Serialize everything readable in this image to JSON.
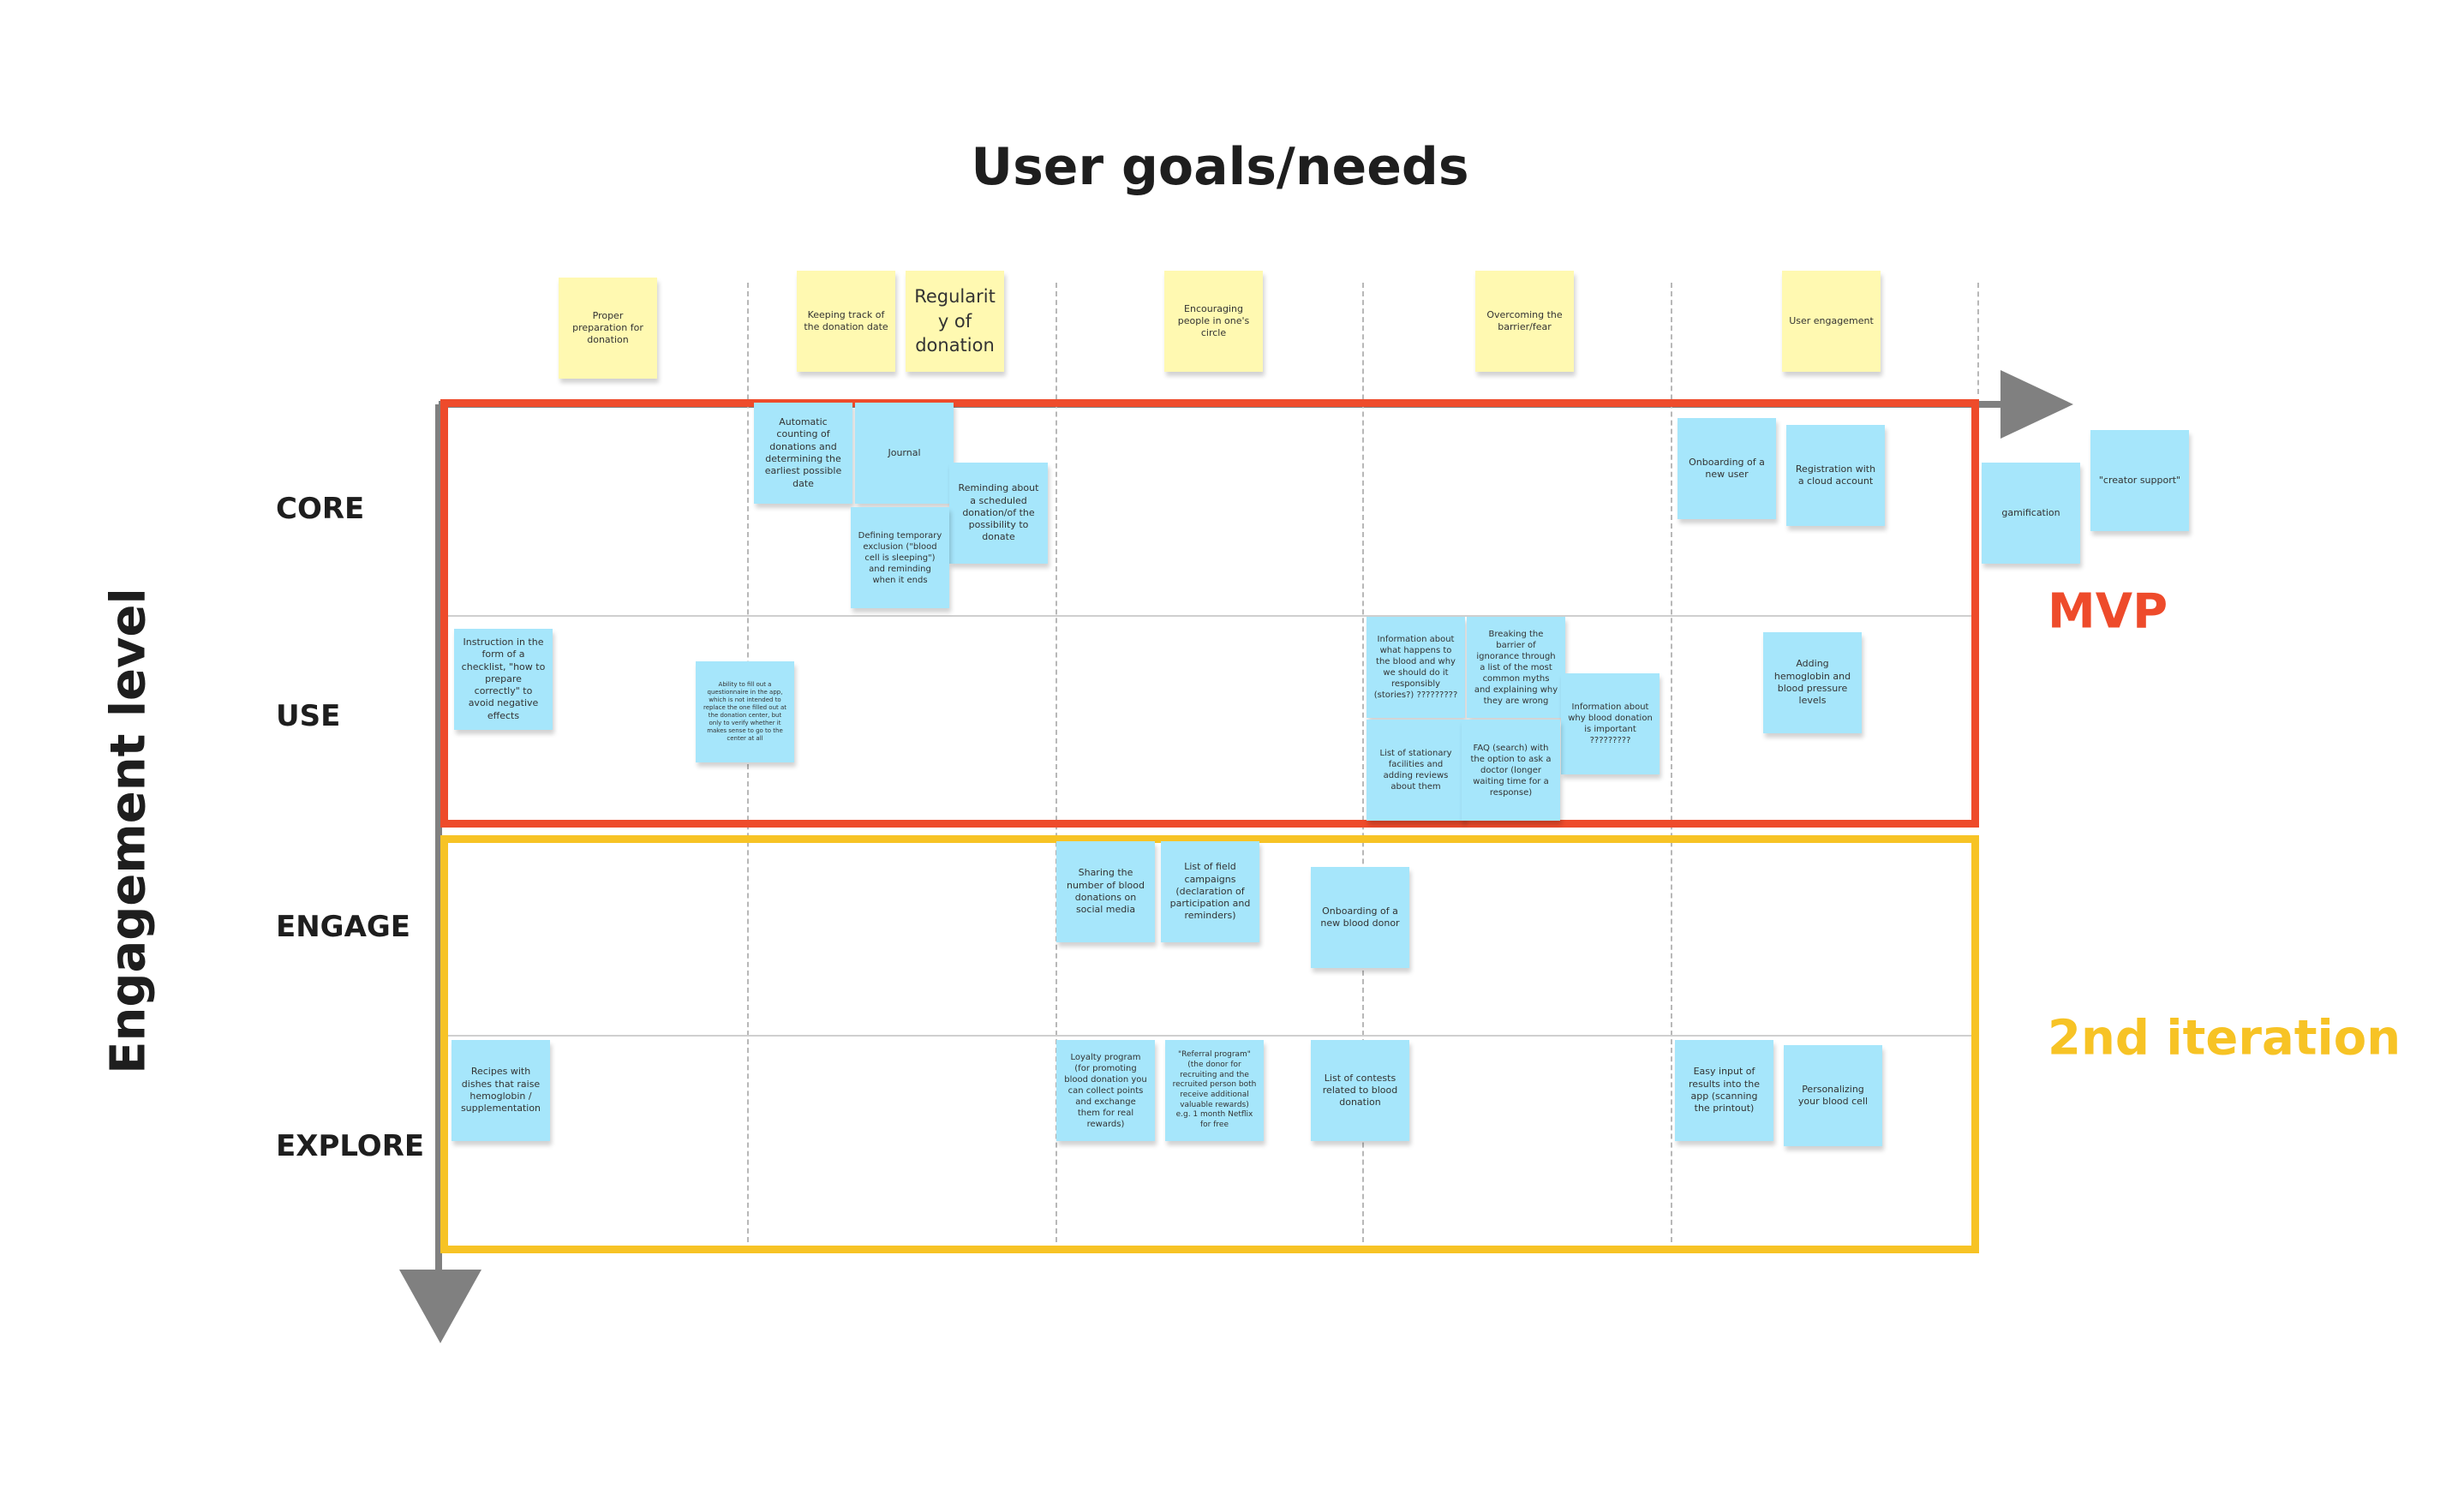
{
  "title": "User goals/needs",
  "y_axis_title": "Engagement level",
  "colors": {
    "mvp": "#ee4b2b",
    "iteration": "#f7c325",
    "axis": "#808080",
    "yellow_note": "#fff9b1",
    "blue_note": "#a6e6fb"
  },
  "rows": [
    "CORE",
    "USE",
    "ENGAGE",
    "EXPLORE"
  ],
  "bands": {
    "mvp": "MVP",
    "iteration": "2nd iteration"
  },
  "notes": {
    "goal_preparation": "Proper preparation for donation",
    "goal_tracking": "Keeping track of the donation date",
    "goal_regularity": "Regularity of donation",
    "goal_encouraging": "Encouraging people in one's circle",
    "goal_barrier": "Overcoming the barrier/fear",
    "goal_engagement": "User engagement",
    "auto_counting": "Automatic counting of donations and determining the earliest possible date",
    "journal": "Journal",
    "reminding_scheduled": "Reminding about a scheduled donation/of the possibility to donate",
    "temporary_exclusion": "Defining temporary exclusion (\"blood cell is sleeping\") and reminding when it ends",
    "onboarding_user": "Onboarding of a new user",
    "registration_cloud": "Registration with a cloud account",
    "gamification": "gamification",
    "creator_support": "\"creator support\"",
    "checklist": "Instruction in the form of a checklist, \"how to prepare correctly\" to avoid negative effects",
    "questionnaire": "Ability to fill out a questionnaire in the app, which is not intended to replace the one filled out at the donation center, but only to verify whether it makes sense to go to the center at all",
    "info_blood": "Information about what happens to the blood and why we should do it responsibly (stories?) ?????????",
    "breaking_barrier": "Breaking the barrier of ignorance through a list of the most common myths and explaining why they are wrong",
    "info_why": "Information about why blood donation is important ?????????",
    "stationary_facilities": "List of stationary facilities and adding reviews about them",
    "faq": "FAQ (search) with the option to ask a doctor (longer waiting time for a response)",
    "hemoglobin": "Adding hemoglobin and blood pressure levels",
    "sharing": "Sharing the number of blood donations on social media",
    "field_campaigns": "List of field campaigns (declaration of participation and reminders)",
    "onboarding_donor": "Onboarding of a new blood donor",
    "recipes": "Recipes with dishes that raise hemoglobin / supplementation",
    "loyalty": "Loyalty program (for promoting blood donation you can collect points and exchange them for real rewards)",
    "referral": "\"Referral program\"(the donor for recruiting and the recruited person both receive additional valuable rewards) e.g. 1 month Netflix for free",
    "contests": "List of contests related to blood donation",
    "easy_input": "Easy input of results into the app (scanning the printout)",
    "personalizing": "Personalizing your blood cell"
  }
}
